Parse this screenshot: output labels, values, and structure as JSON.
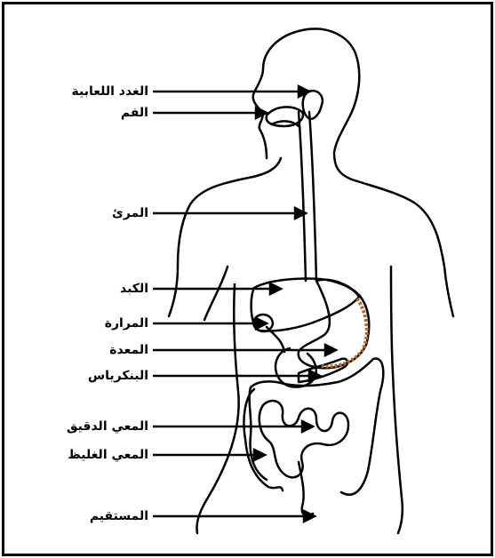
{
  "labels": [
    {
      "id": "salivary",
      "text": "الغدد اللعابية"
    },
    {
      "id": "mouth",
      "text": "الفم"
    },
    {
      "id": "esophagus",
      "text": "المرئ"
    },
    {
      "id": "liver",
      "text": "الكبد"
    },
    {
      "id": "gallbladder",
      "text": "المرارة"
    },
    {
      "id": "stomach",
      "text": "المعدة"
    },
    {
      "id": "pancreas",
      "text": "البنكرياس"
    },
    {
      "id": "small_intestine",
      "text": "المعي الدقيق"
    },
    {
      "id": "large_intestine",
      "text": "المعي الغليظ"
    },
    {
      "id": "rectum",
      "text": "المستقيم"
    }
  ],
  "colors": {
    "outline": "#000000",
    "liver_band": "#b06a2c",
    "background": "#ffffff"
  }
}
